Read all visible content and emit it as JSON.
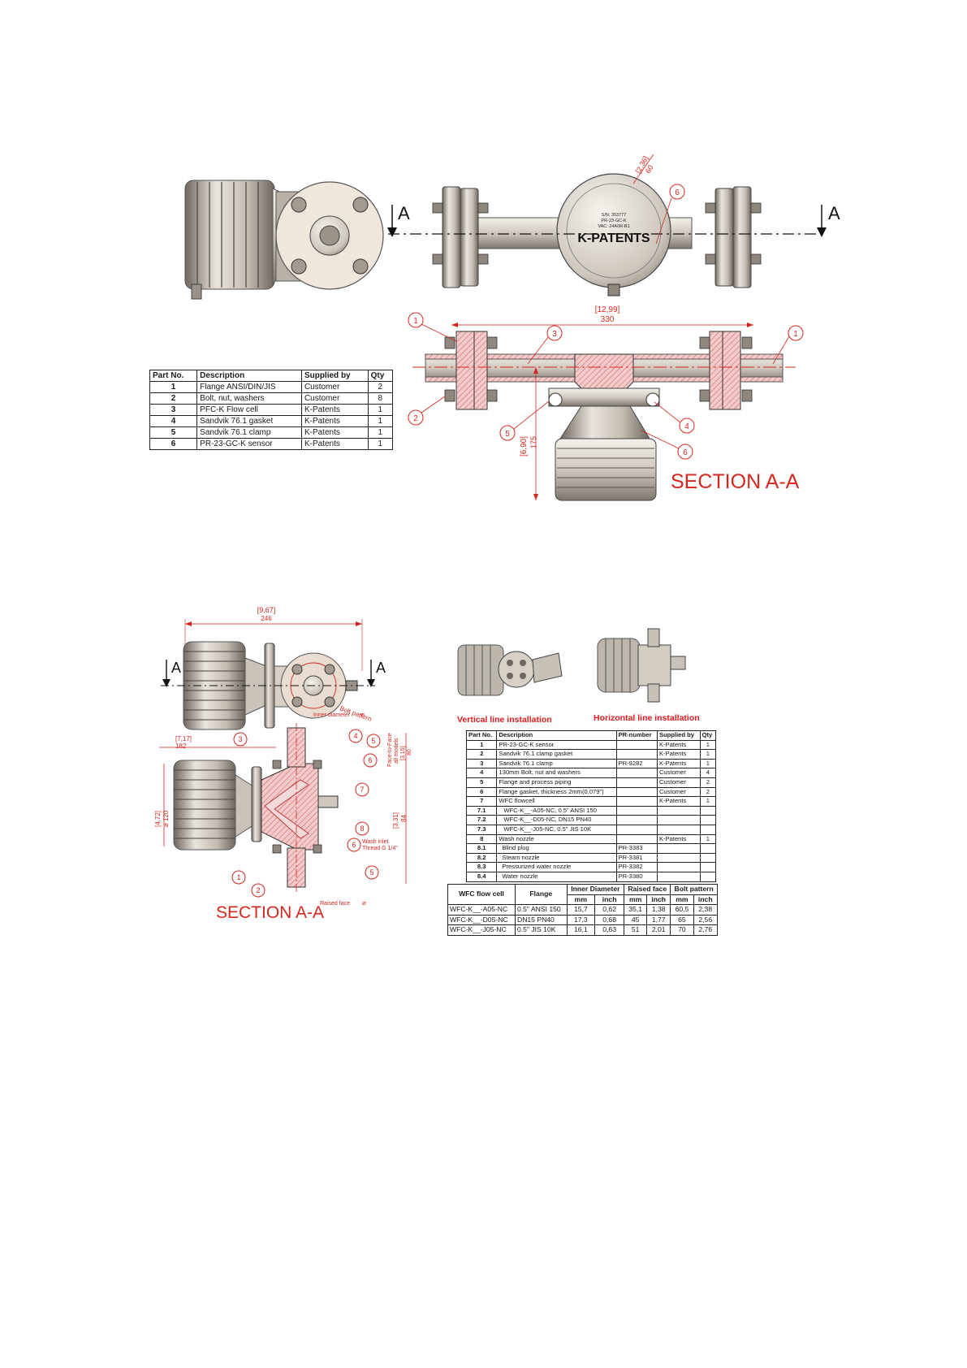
{
  "colors": {
    "accent_red": "#d7261e",
    "metal": "#c9c2ba",
    "metal_dark": "#8a837c",
    "section_fill": "#e8b4b4"
  },
  "drawing1": {
    "dims": {
      "top_wall_in": "[2,36]",
      "top_wall_mm": "60",
      "length_in": "[12,99]",
      "length_mm": "330",
      "height_in": "[6,90]",
      "height_mm": "175"
    },
    "balloons": [
      "1",
      "2",
      "3",
      "4",
      "5",
      "6"
    ],
    "plate_lines": [
      "S/N: 353777",
      "PR-23-GC-K",
      "VAC: 24A0R-B1",
      "K-PATENTS"
    ],
    "section_marker": "A",
    "section_title": "SECTION A-A"
  },
  "table1": {
    "headers": [
      "Part No.",
      "Description",
      "Supplied by",
      "Qty"
    ],
    "rows": [
      [
        "1",
        "Flange ANSI/DIN/JIS",
        "Customer",
        "2"
      ],
      [
        "2",
        "Bolt, nut, washers",
        "Customer",
        "8"
      ],
      [
        "3",
        "PFC-K Flow cell",
        "K-Patents",
        "1"
      ],
      [
        "4",
        "Sandvik 76.1 gasket",
        "K-Patents",
        "1"
      ],
      [
        "5",
        "Sandvik 76.1 clamp",
        "K-Patents",
        "1"
      ],
      [
        "6",
        "PR-23-GC-K sensor",
        "K-Patents",
        "1"
      ]
    ]
  },
  "drawing2": {
    "dims": {
      "width_in": "[9,67]",
      "width_mm": "246",
      "offset_in": "[7,17]",
      "offset_mm": "182",
      "dia_in": "[4,72]",
      "dia_mm": "⌀ 120",
      "right_in": "[3,31]",
      "right_mm": "84",
      "ftf_in": "[3,15]",
      "ftf_mm": "80"
    },
    "labels": {
      "bolt_pattern": "Bolt pattern",
      "inner_diameter": "Inner diameter",
      "phi": "⌀",
      "face_to_face": "Face-to-Face",
      "all_models": "all models",
      "wash_inlet": "Wash inlet",
      "thread": "Thread G 1/4\"",
      "raised_face": "Raised face"
    },
    "balloons": [
      "1",
      "2",
      "3",
      "4",
      "5",
      "6",
      "7",
      "8"
    ],
    "section_marker": "A",
    "section_title": "SECTION A-A"
  },
  "install": {
    "vertical": "Vertical line installation",
    "horizontal": "Horizontal line installation"
  },
  "table2": {
    "headers": [
      "Part No.",
      "Description",
      "PR-number",
      "Supplied by",
      "Qty"
    ],
    "rows": [
      [
        "1",
        "PR-23-GC-K sensor",
        "",
        "K-Patents",
        "1"
      ],
      [
        "2",
        "Sandvik 76.1 clamp gasket",
        "",
        "K-Patents",
        "1"
      ],
      [
        "3",
        "Sandvik 76.1 clamp",
        "PR-9282",
        "K-Patents",
        "1"
      ],
      [
        "4",
        "130mm Bolt, nut and washers",
        "",
        "Customer",
        "4"
      ],
      [
        "5",
        "Flange and process piping",
        "",
        "Customer",
        "2"
      ],
      [
        "6",
        "Flange gasket, thickness 2mm(0.079\")",
        "",
        "Customer",
        "2"
      ],
      [
        "7",
        "WFC flowcell",
        "",
        "K-Patents",
        "1"
      ],
      [
        "7.1",
        "WFC-K__-A05-NC, 0.5\" ANSI 150",
        "",
        "",
        ""
      ],
      [
        "7.2",
        "WFC-K__-D05-NC, DN15 PN40",
        "",
        "",
        ""
      ],
      [
        "7.3",
        "WFC-K__-J05-NC, 0.5\" JIS 10K",
        "",
        "",
        ""
      ],
      [
        "8",
        "Wash nozzle",
        "",
        "K-Patents",
        "1"
      ],
      [
        "8.1",
        "Blind plug",
        "PR-3383",
        "",
        ""
      ],
      [
        "8.2",
        "Steam nozzle",
        "PR-3381",
        "",
        ""
      ],
      [
        "8.3",
        "Pressurized water nozzle",
        "PR-3382",
        "",
        ""
      ],
      [
        "8.4",
        "Water nozzle",
        "PR-3380",
        "",
        ""
      ]
    ]
  },
  "table3": {
    "headers": [
      "WFC flow cell",
      "Flange",
      "Inner Diameter",
      "Raised face",
      "Bolt pattern"
    ],
    "units": [
      "mm",
      "inch",
      "mm",
      "inch",
      "mm",
      "inch"
    ],
    "rows": [
      [
        "WFC-K__-A05-NC",
        "0.5\" ANSI 150",
        "15,7",
        "0,62",
        "35,1",
        "1,38",
        "60,5",
        "2,38"
      ],
      [
        "WFC-K__-D05-NC",
        "DN15 PN40",
        "17,3",
        "0,68",
        "45",
        "1,77",
        "65",
        "2,56"
      ],
      [
        "WFC-K__-J05-NC",
        "0.5\" JIS 10K",
        "16,1",
        "0,63",
        "51",
        "2,01",
        "70",
        "2,76"
      ]
    ]
  }
}
